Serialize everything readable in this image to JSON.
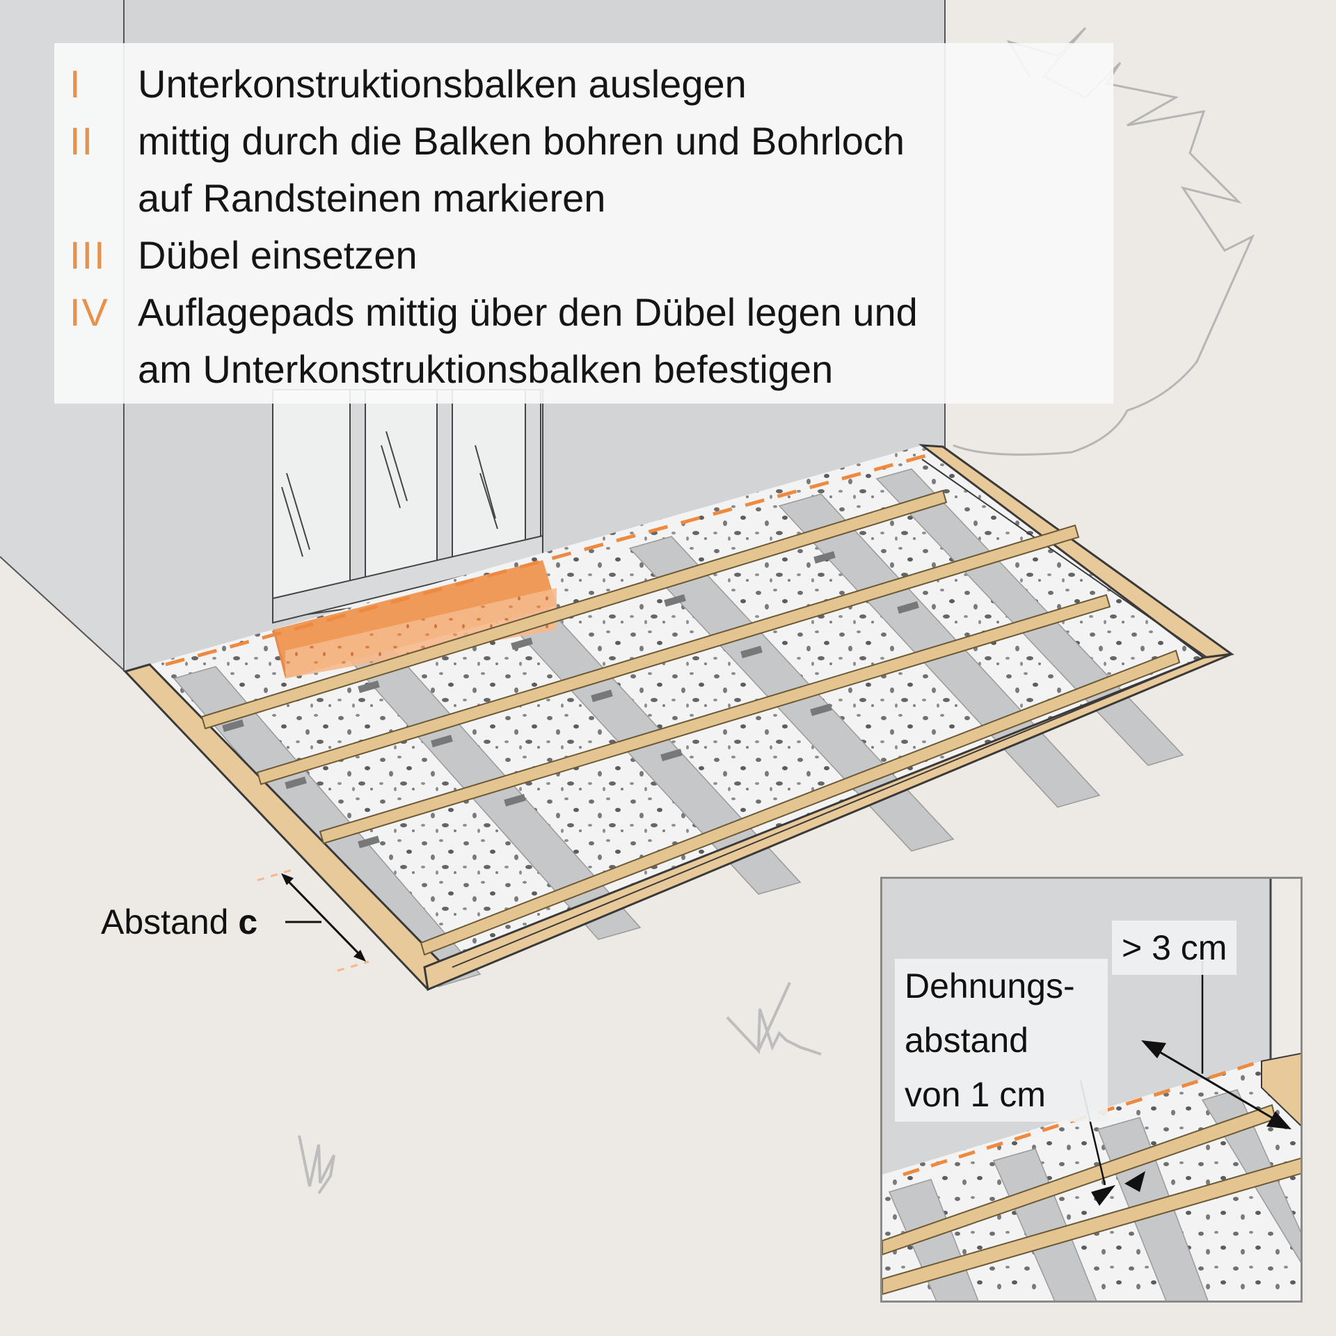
{
  "steps": [
    {
      "num": "I",
      "lines": [
        "Unterkonstruktionsbalken auslegen"
      ]
    },
    {
      "num": "II",
      "lines": [
        "mittig durch die Balken bohren und Bohrloch",
        "auf Randsteinen markieren"
      ]
    },
    {
      "num": "III",
      "lines": [
        "Dübel einsetzen"
      ]
    },
    {
      "num": "IV",
      "lines": [
        "Auflagepads mittig über den Dübel legen und",
        "am Unterkonstruktionsbalken befestigen"
      ]
    }
  ],
  "annotations": {
    "abstand_prefix": "Abstand ",
    "abstand_var": "c"
  },
  "inset": {
    "min_distance_label": "> 3 cm",
    "expansion_gap_lines": [
      "Dehnungs-",
      "abstand",
      "von 1 cm"
    ]
  },
  "colors": {
    "background": "#ede9e5",
    "wall": "#d3d4d6",
    "wall_side": "#dcdcde",
    "wood": "#e8c99a",
    "wood_edge": "#3a3a3a",
    "sill_orange": "#f09a5a",
    "step_numeral": "#e8914a",
    "gravel": "#f2f2f2",
    "curb_stone": "#c4c5c7",
    "dashed_marker": "#ee8a40"
  }
}
